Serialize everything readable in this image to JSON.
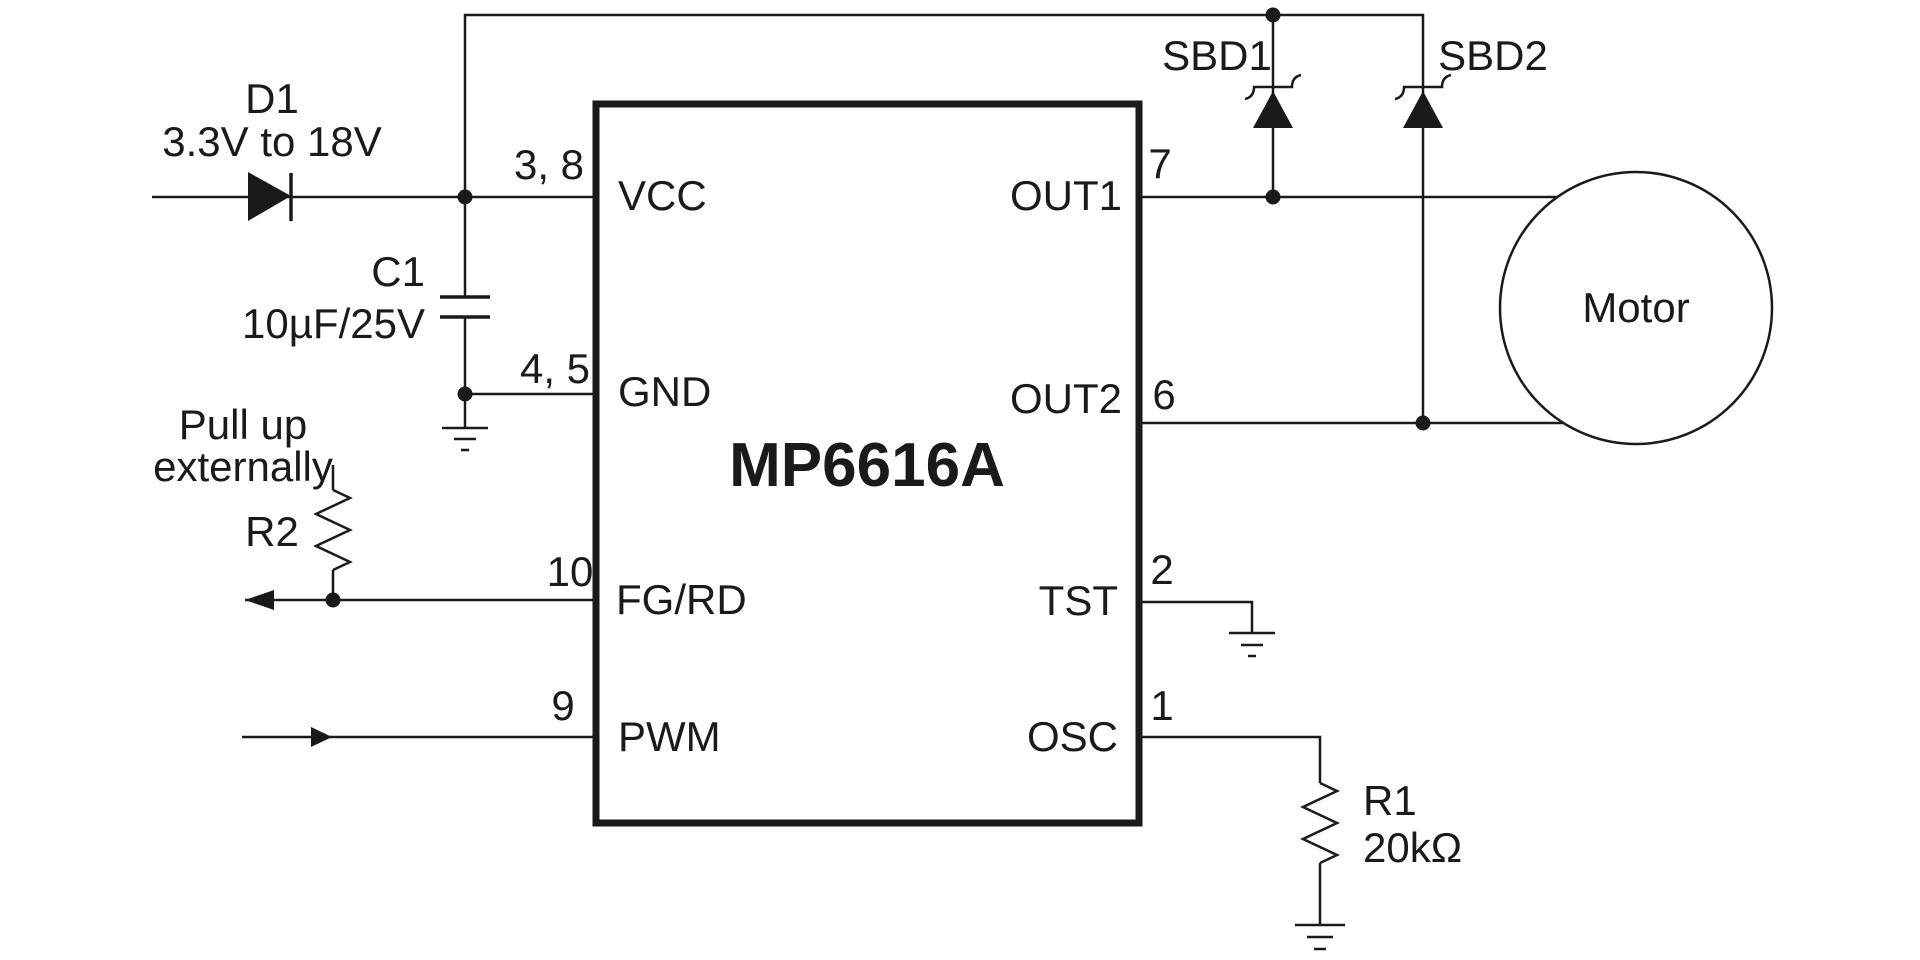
{
  "colors": {
    "line": "#1a1a1a",
    "background": "#ffffff"
  },
  "ic": {
    "part_number": "MP6616A"
  },
  "pins": {
    "vcc": {
      "name": "VCC",
      "number": "3, 8"
    },
    "gnd": {
      "name": "GND",
      "number": "4, 5"
    },
    "fgrd": {
      "name": "FG/RD",
      "number": "10"
    },
    "pwm": {
      "name": "PWM",
      "number": "9"
    },
    "out1": {
      "name": "OUT1",
      "number": "7"
    },
    "out2": {
      "name": "OUT2",
      "number": "6"
    },
    "tst": {
      "name": "TST",
      "number": "2"
    },
    "osc": {
      "name": "OSC",
      "number": "1"
    }
  },
  "components": {
    "d1": {
      "ref": "D1",
      "note": "3.3V to 18V"
    },
    "c1": {
      "ref": "C1",
      "value": "10µF/25V"
    },
    "r2": {
      "ref": "R2",
      "note_line1": "Pull up",
      "note_line2": "externally"
    },
    "r1": {
      "ref": "R1",
      "value": "20kΩ"
    },
    "sbd1": {
      "ref": "SBD1"
    },
    "sbd2": {
      "ref": "SBD2"
    },
    "motor": {
      "label": "Motor"
    }
  }
}
